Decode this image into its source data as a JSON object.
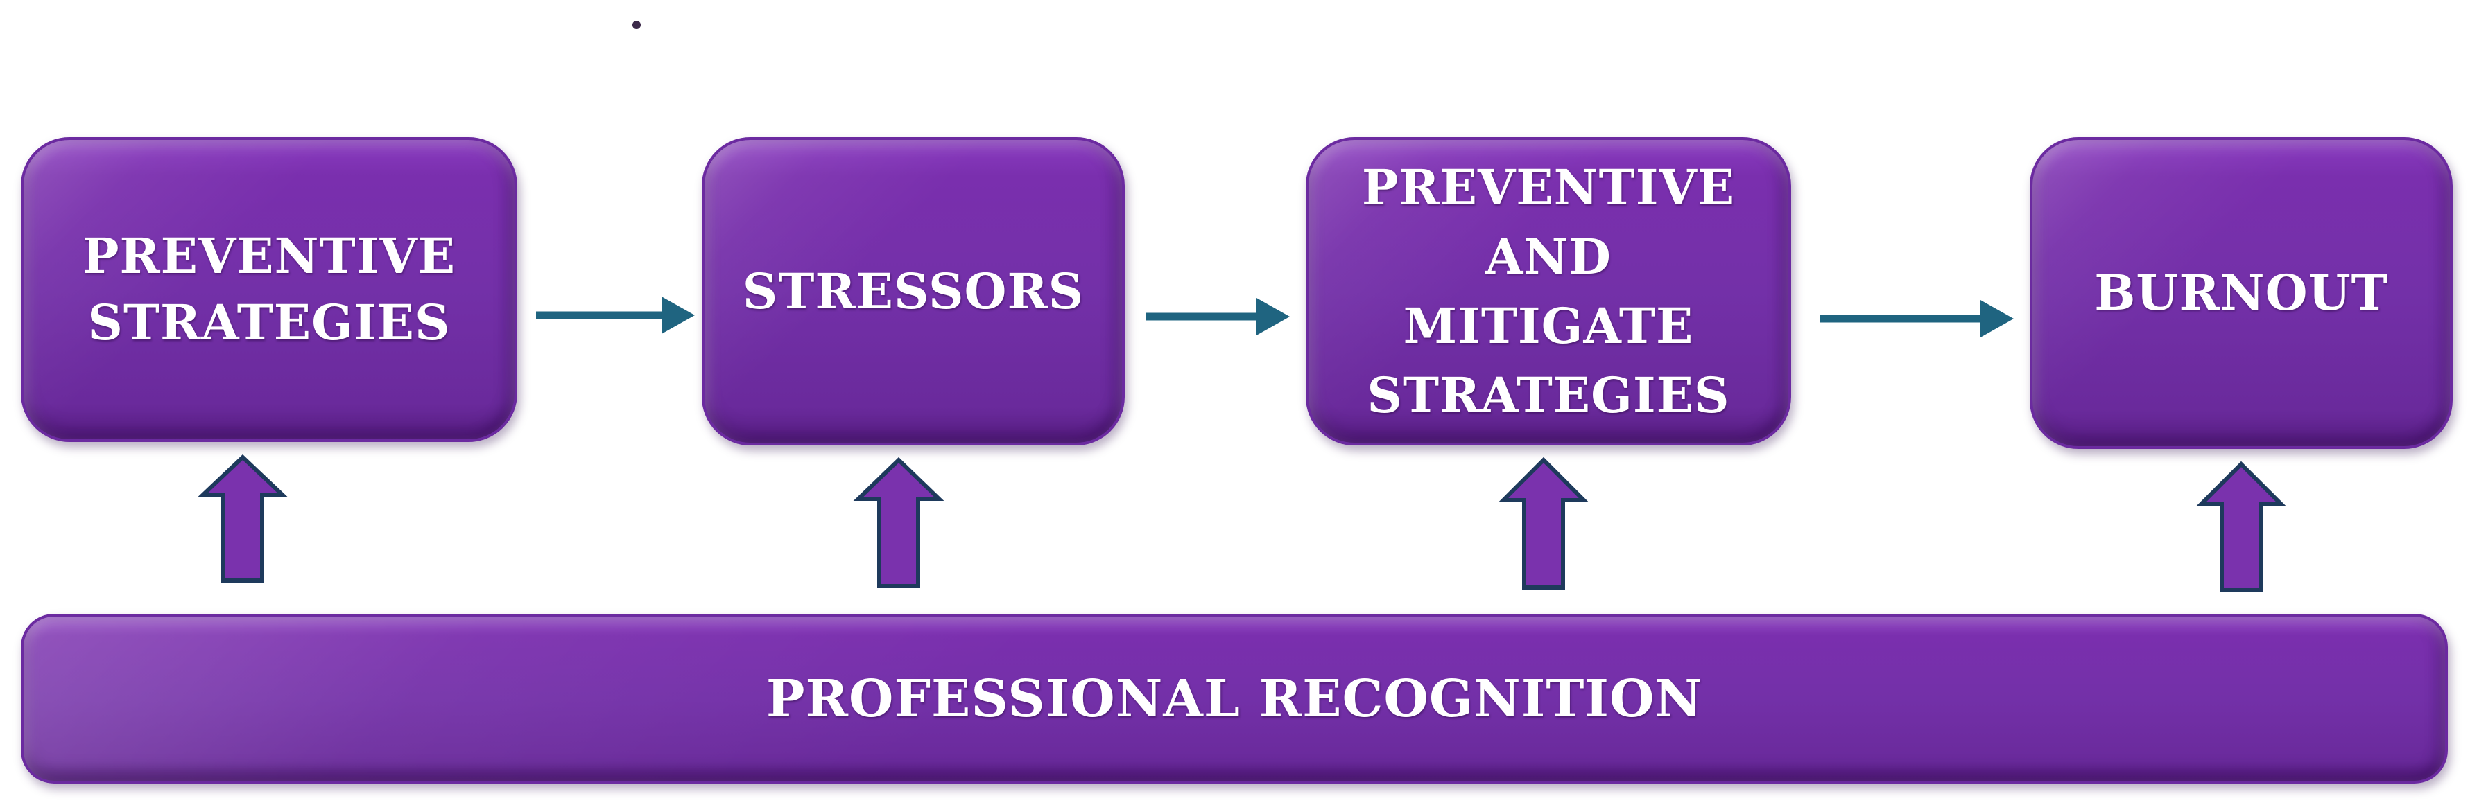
{
  "diagram": {
    "nodes": [
      {
        "id": "preventive-strategies",
        "label": "PREVENTIVE\nSTRATEGIES"
      },
      {
        "id": "stressors",
        "label": "STRESSORS"
      },
      {
        "id": "preventive-and-mitigate-strategies",
        "label": "PREVENTIVE\nAND\nMITIGATE\nSTRATEGIES"
      },
      {
        "id": "burnout",
        "label": "BURNOUT"
      }
    ],
    "base": {
      "id": "professional-recognition",
      "label": "PROFESSIONAL RECOGNITION"
    },
    "edges": [
      {
        "from": "preventive-strategies",
        "to": "stressors"
      },
      {
        "from": "stressors",
        "to": "preventive-and-mitigate-strategies"
      },
      {
        "from": "preventive-and-mitigate-strategies",
        "to": "burnout"
      },
      {
        "from": "professional-recognition",
        "to": "preventive-strategies"
      },
      {
        "from": "professional-recognition",
        "to": "stressors"
      },
      {
        "from": "professional-recognition",
        "to": "preventive-and-mitigate-strategies"
      },
      {
        "from": "professional-recognition",
        "to": "burnout"
      }
    ],
    "colors": {
      "box_fill": "#7330a8",
      "box_text": "#ffffff",
      "flow_arrow": "#1f6480",
      "up_arrow_fill": "#7a32ad",
      "up_arrow_outline": "#1e3a5c"
    }
  }
}
